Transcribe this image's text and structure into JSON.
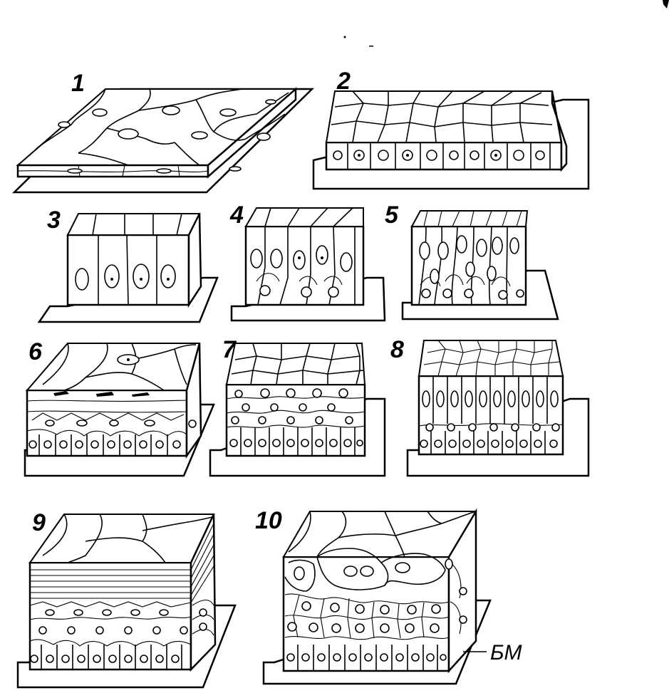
{
  "figure": {
    "panels": [
      {
        "id": "panel-1",
        "label": "1"
      },
      {
        "id": "panel-2",
        "label": "2"
      },
      {
        "id": "panel-3",
        "label": "3"
      },
      {
        "id": "panel-4",
        "label": "4"
      },
      {
        "id": "panel-5",
        "label": "5"
      },
      {
        "id": "panel-6",
        "label": "6"
      },
      {
        "id": "panel-7",
        "label": "7"
      },
      {
        "id": "panel-8",
        "label": "8"
      },
      {
        "id": "panel-9",
        "label": "9"
      },
      {
        "id": "panel-10",
        "label": "10"
      }
    ],
    "annotation": "БМ"
  }
}
